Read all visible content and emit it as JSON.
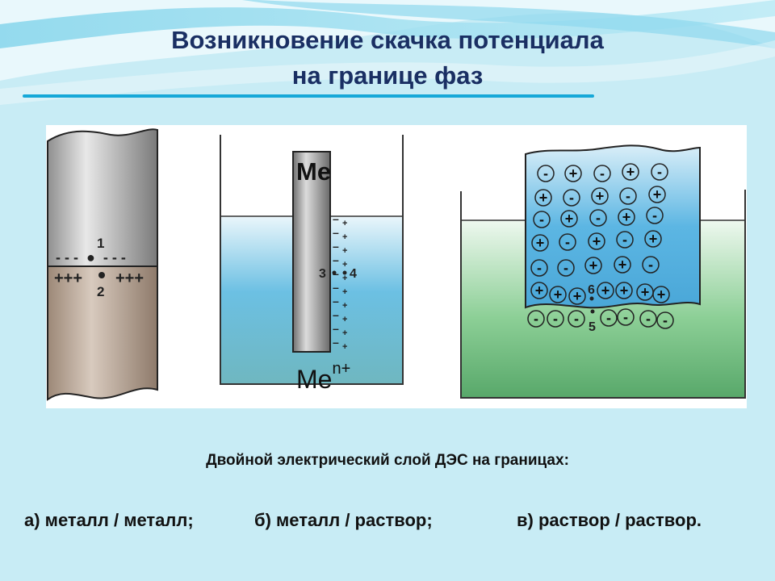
{
  "slide": {
    "title_line1": "Возникновение скачка потенциала",
    "title_line2": "на границе фаз"
  },
  "colors": {
    "title": "#1a2f63",
    "title_rule": "#16a8d8",
    "metal_grey": "#8c8c8c",
    "metal_brown": "#a08c7c",
    "solution_blue": "#5cb8e0",
    "solution_green": "#66b27a"
  },
  "figure_a": {
    "label_1": "1",
    "label_2": "2",
    "charges_top": "- - -  ●  - - -",
    "charges_left": "+++",
    "charges_right": "+++"
  },
  "figure_b": {
    "electrode_label": "Me",
    "label_3": "3",
    "label_4": "4",
    "ion_base": "Me",
    "ion_charge": "n+",
    "minus_sign": "–",
    "plus_sign": "+"
  },
  "figure_c": {
    "label_5": "5",
    "label_6": "6",
    "minus": "-",
    "plus": "+"
  },
  "captions": {
    "main": "Двойной электрический слой ДЭС на границах:",
    "a": "а) металл / металл;",
    "b": "б) металл / раствор;",
    "c": "в) раствор / раствор."
  }
}
